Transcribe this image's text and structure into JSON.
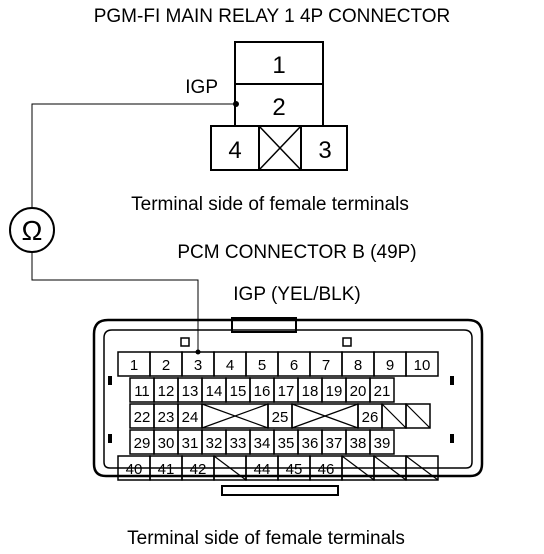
{
  "relay": {
    "title": "PGM-FI MAIN RELAY 1 4P CONNECTOR",
    "terminals": [
      "1",
      "2",
      "4",
      "3"
    ],
    "wire_label": "IGP",
    "caption": "Terminal side of female terminals"
  },
  "meter": {
    "symbol": "Ω"
  },
  "pcm": {
    "title": "PCM CONNECTOR B (49P)",
    "wire_label": "IGP (YEL/BLK)",
    "caption": "Terminal side of female terminals",
    "rows": [
      [
        "1",
        "2",
        "3",
        "4",
        "5",
        "6",
        "7",
        "8",
        "9",
        "10"
      ],
      [
        "11",
        "12",
        "13",
        "14",
        "15",
        "16",
        "17",
        "18",
        "19",
        "20",
        "21"
      ],
      [
        "22",
        "23",
        "24",
        "",
        "25",
        "",
        "26",
        "",
        ""
      ],
      [
        "29",
        "30",
        "31",
        "32",
        "33",
        "34",
        "35",
        "36",
        "37",
        "38",
        "39"
      ],
      [
        "40",
        "41",
        "42",
        "",
        "44",
        "45",
        "46",
        "",
        "",
        ""
      ]
    ]
  }
}
